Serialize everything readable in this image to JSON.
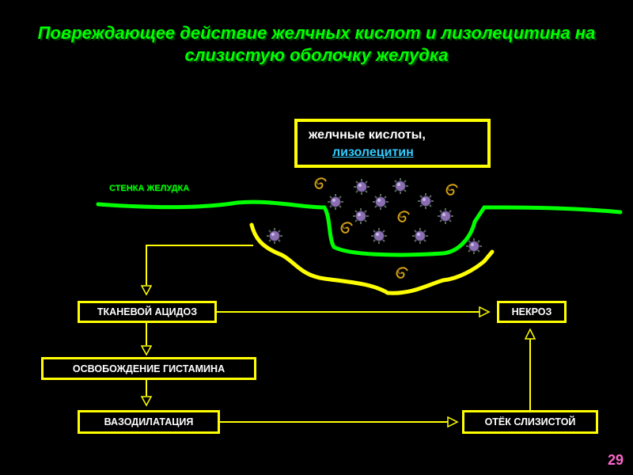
{
  "title_line1": "Повреждающее действие желчных кислот и лизолецитина на",
  "title_line2": "слизистую оболочку желудка",
  "wall_label": "СТЕНКА ЖЕЛУДКА",
  "agents": {
    "line1": "желчные кислоты,",
    "line2": "лизолецитин"
  },
  "boxes": {
    "acidosis": "ТКАНЕВОЙ АЦИДОЗ",
    "necrosis": "НЕКРОЗ",
    "histamine": "ОСВОБОЖДЕНИЕ ГИСТАМИНА",
    "vasodilation": "ВАЗОДИЛАТАЦИЯ",
    "edema": "ОТЁК СЛИЗИСТОЙ"
  },
  "page_number": "29",
  "colors": {
    "title": "#00ff00",
    "wall": "#00ff00",
    "mucosa": "#ffff00",
    "box_border": "#ffff00",
    "arrow": "#ffff00",
    "particle": "#8a6fb0",
    "swirl": "#d4a017",
    "link_text": "#33ccff",
    "page_number": "#ff66cc"
  },
  "icons": {
    "particle": "spiky-molecule-icon",
    "swirl": "spiral-molecule-icon"
  }
}
